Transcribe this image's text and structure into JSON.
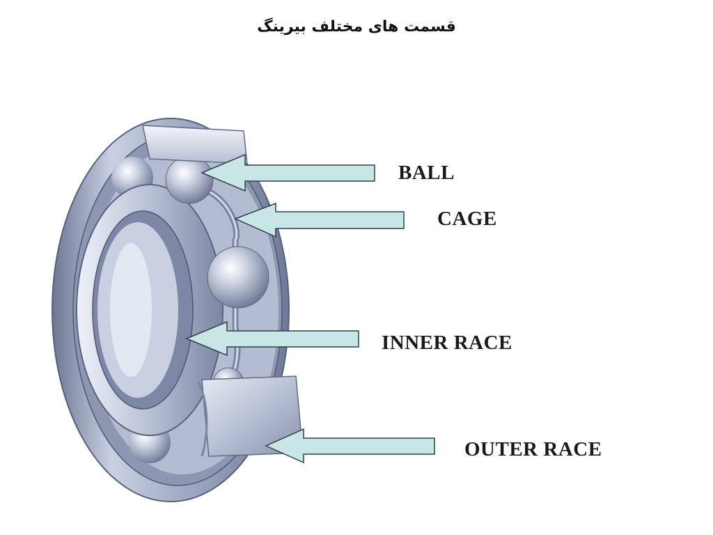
{
  "title": "قسمت های مختلف بیرینگ",
  "labels": {
    "ball": "BALL",
    "cage": "CAGE",
    "inner_race": "INNER RACE",
    "outer_race": "OUTER RACE"
  },
  "colors": {
    "arrow_fill": "#c8e6e4",
    "arrow_stroke": "#2f3f4a",
    "steel_light": "#dde3ef",
    "steel_mid": "#a3adc6",
    "steel_dark": "#5f6a86"
  }
}
